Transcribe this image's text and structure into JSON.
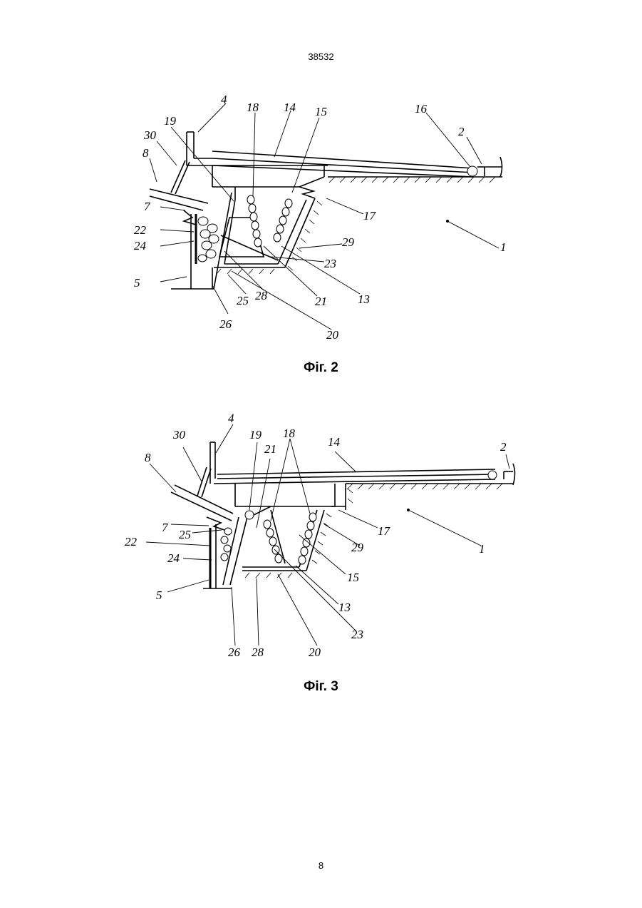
{
  "header": {
    "doc_number": "38532"
  },
  "figures": [
    {
      "caption": "Фіг. 2",
      "labels": [
        "4",
        "18",
        "14",
        "15",
        "16",
        "2",
        "19",
        "30",
        "8",
        "7",
        "22",
        "24",
        "5",
        "26",
        "25",
        "28",
        "21",
        "20",
        "13",
        "23",
        "29",
        "17",
        "1"
      ]
    },
    {
      "caption": "Фіг. 3",
      "labels": [
        "4",
        "19",
        "18",
        "14",
        "2",
        "30",
        "21",
        "8",
        "7",
        "25",
        "22",
        "24",
        "5",
        "26",
        "28",
        "20",
        "23",
        "13",
        "15",
        "29",
        "17",
        "1"
      ]
    }
  ],
  "footer": {
    "page_number": "8"
  }
}
